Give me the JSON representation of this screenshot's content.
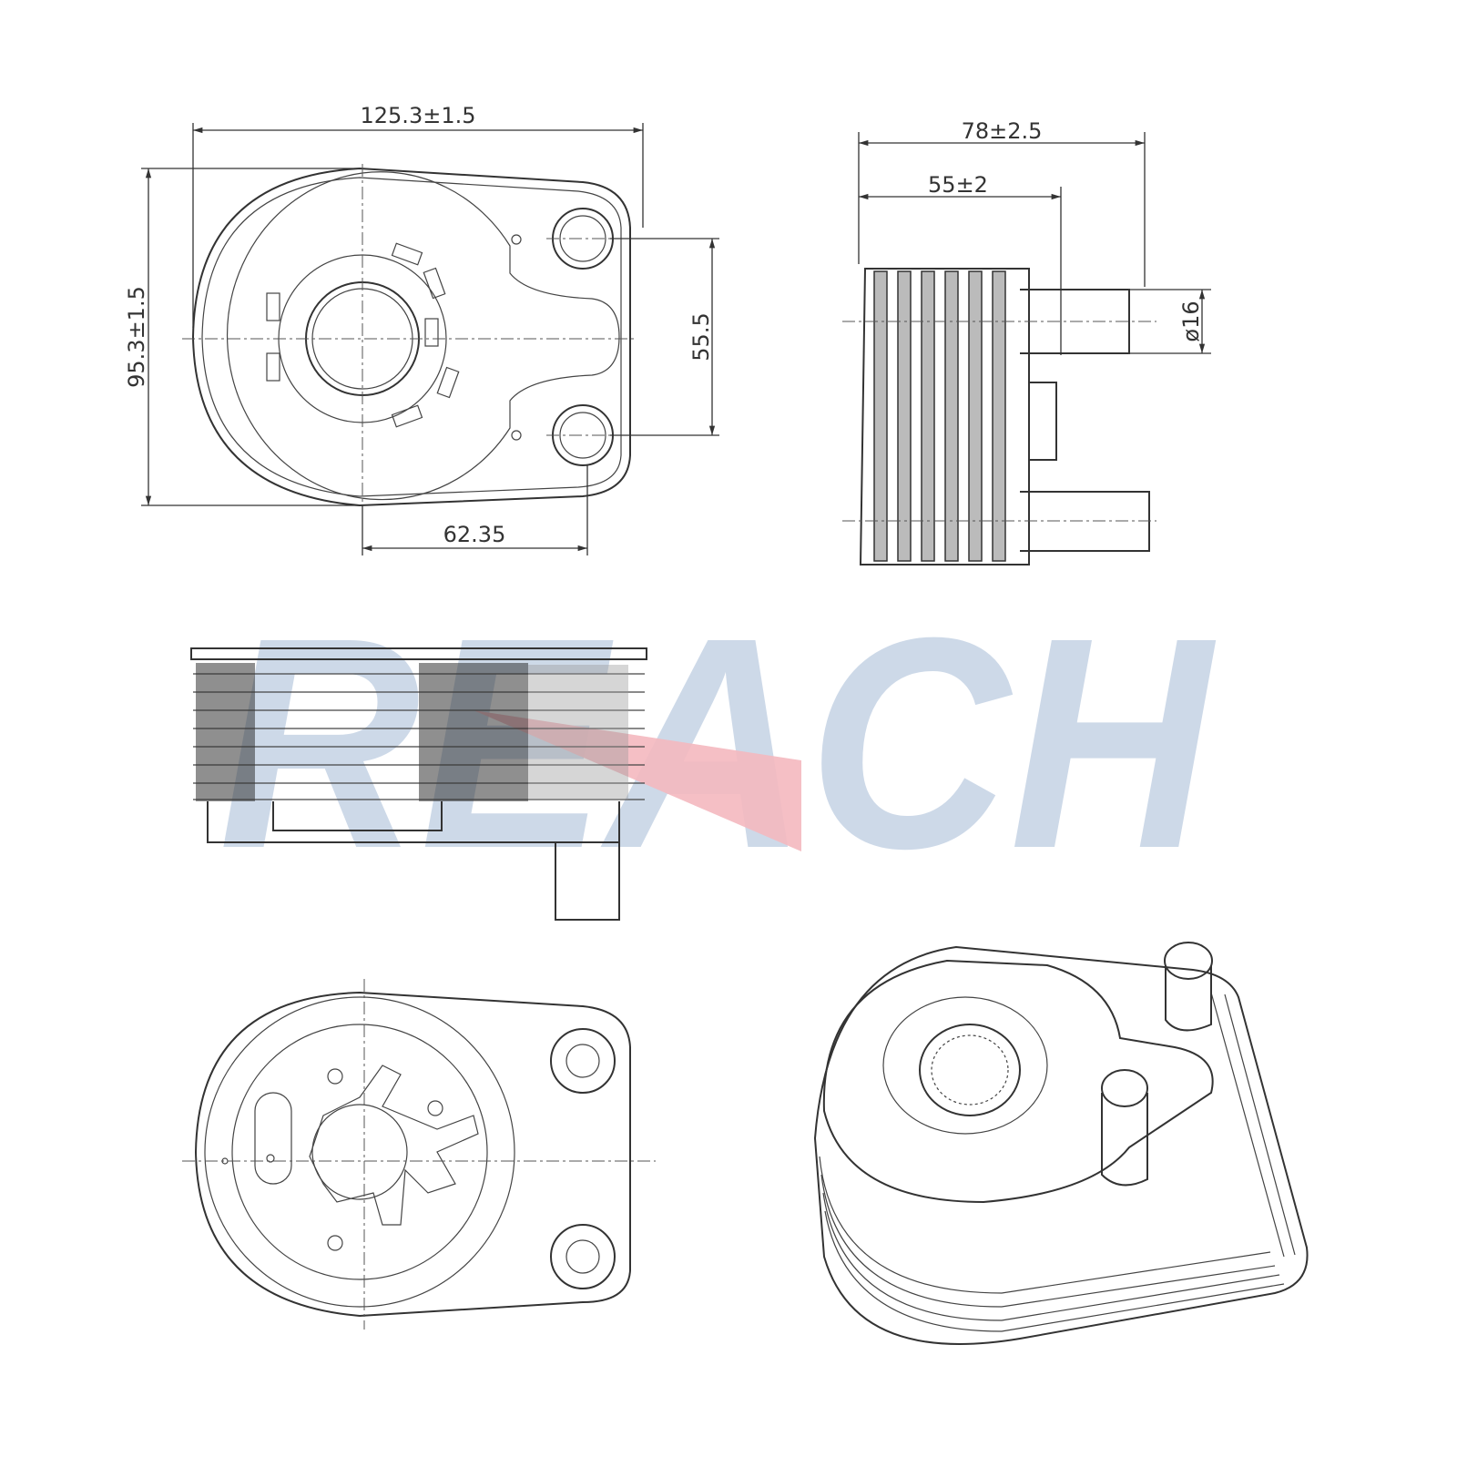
{
  "drawing": {
    "dimensions": {
      "overall_width": "125.3±1.5",
      "overall_height": "95.3±1.5",
      "port_spacing": "55.5",
      "center_to_port": "62.35",
      "total_depth": "78±2.5",
      "body_depth": "55±2",
      "port_diameter": "ø16"
    },
    "views": [
      "top-view",
      "side-view",
      "section-view",
      "bottom-view",
      "isometric-view"
    ]
  },
  "watermark": {
    "text": "REACH",
    "color": "#c5d3e5",
    "accent_color": "#f4b8bf"
  }
}
